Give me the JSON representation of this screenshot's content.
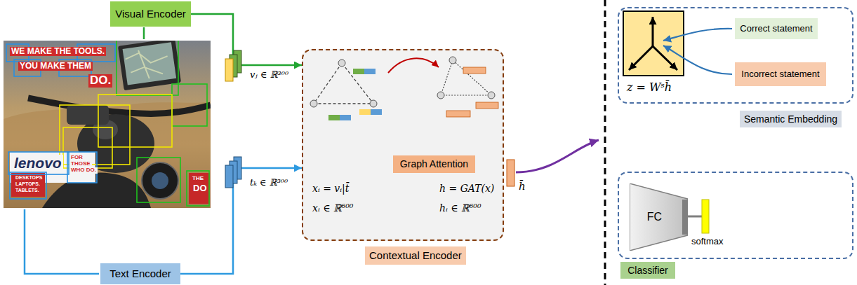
{
  "diagram": {
    "nodes": [
      {
        "text": [
          "Visual Encoder"
        ]
      },
      {
        "text": [
          "Text Encoder"
        ]
      },
      {
        "text": [
          "Contextual Encoder"
        ]
      },
      {
        "text": [
          "Graph Attention"
        ],
        "in": 2
      },
      {
        "text": [
          "Semantic Embedding"
        ]
      },
      {
        "text": [
          "Correct statement"
        ],
        "in": 4
      },
      {
        "text": [
          "Incorrect statement"
        ],
        "in": 4
      },
      {
        "text": [
          "Classifier"
        ]
      },
      {
        "text": [
          "FC"
        ],
        "in": 7
      }
    ],
    "edges": [
      {
        "from": 0,
        "to": 2,
        "arrow": "to"
      },
      {
        "from": 1,
        "to": 2,
        "arrow": "to"
      }
    ],
    "labels": [
      "vⱼ ∈ ℝ³⁰⁰",
      "tₖ ∈ ℝ³⁰⁰",
      "xᵢ = vᵢ|t̄",
      "xᵢ ∈ ℝ⁶⁰⁰",
      "h = GAT(x)",
      "hᵢ ∈ ℝ⁶⁰⁰",
      "h̄",
      "z = Wˢh̄",
      "softmax",
      "WE MAKE THE TOOLS.",
      "YOU MAKE THEM",
      "DO.",
      "lenovo",
      "FOR",
      "THOSE",
      "WHO DO.",
      "DESKTOPS",
      "LAPTOPS.",
      "TABLETS.",
      "THE",
      "DO"
    ]
  }
}
